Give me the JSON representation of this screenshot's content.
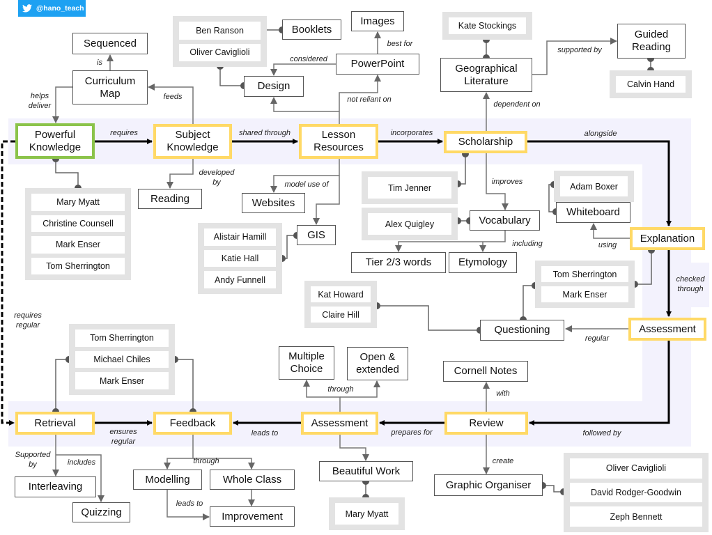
{
  "header": {
    "twitter_handle": "@hano_teach",
    "icon": "twitter-bird-icon"
  },
  "colors": {
    "core_border": "#ffd966",
    "start_border": "#8bc34a",
    "band": "#f3f2fd",
    "people_group": "#e3e3e3",
    "twitter": "#1da1f2"
  },
  "nodes": {
    "sequenced": "Sequenced",
    "curriculum_map": "Curriculum\nMap",
    "powerful_knowledge": "Powerful\nKnowledge",
    "subject_knowledge": "Subject\nKnowledge",
    "lesson_resources": "Lesson\nResources",
    "scholarship": "Scholarship",
    "explanation": "Explanation",
    "assessment_right": "Assessment",
    "review": "Review",
    "assessment_center": "Assessment",
    "feedback": "Feedback",
    "retrieval": "Retrieval",
    "booklets": "Booklets",
    "images": "Images",
    "powerpoint": "PowerPoint",
    "design": "Design",
    "geographical_literature": "Geographical\nLiterature",
    "guided_reading": "Guided\nReading",
    "reading": "Reading",
    "websites": "Websites",
    "gis": "GIS",
    "vocabulary": "Vocabulary",
    "whiteboard": "Whiteboard",
    "tier_words": "Tier 2/3 words",
    "etymology": "Etymology",
    "questioning": "Questioning",
    "multiple_choice": "Multiple\nChoice",
    "open_extended": "Open &\nextended",
    "cornell_notes": "Cornell Notes",
    "interleaving": "Interleaving",
    "quizzing": "Quizzing",
    "modelling": "Modelling",
    "whole_class": "Whole Class",
    "improvement": "Improvement",
    "beautiful_work": "Beautiful Work",
    "graphic_organiser": "Graphic Organiser"
  },
  "groups": {
    "design_people": [
      "Ben Ranson",
      "Oliver Caviglioli"
    ],
    "geo_lit_people": [
      "Kate Stockings"
    ],
    "guided_reading_people": [
      "Calvin Hand"
    ],
    "powerful_knowledge_people": [
      "Mary Myatt",
      "Christine Counsell",
      "Mark Enser",
      "Tom Sherrington"
    ],
    "gis_people": [
      "Alistair Hamill",
      "Katie Hall",
      "Andy Funnell"
    ],
    "scholarship_people": [
      "Tim Jenner"
    ],
    "vocabulary_people": [
      "Alex Quigley"
    ],
    "whiteboard_people": [
      "Adam Boxer"
    ],
    "explanation_people": [
      "Tom Sherrington",
      "Mark Enser"
    ],
    "questioning_people": [
      "Kat Howard",
      "Claire Hill"
    ],
    "retrieval_feedback_people": [
      "Tom Sherrington",
      "Michael Chiles",
      "Mark Enser"
    ],
    "beautiful_work_people": [
      "Mary Myatt"
    ],
    "graphic_organiser_people": [
      "Oliver Caviglioli",
      "David Rodger-Goodwin",
      "Zeph Bennett"
    ]
  },
  "labels": {
    "is": "is",
    "helps_deliver": "helps\ndeliver",
    "feeds": "feeds",
    "requires": "requires",
    "shared_through": "shared through",
    "developed_by": "developed\nby",
    "model_use_of": "model use of",
    "considered": "considered",
    "best_for": "best for",
    "not_reliant_on": "not reliant on",
    "incorporates": "incorporates",
    "alongside": "alongside",
    "dependent_on": "dependent on",
    "supported_by": "supported by",
    "improves": "improves",
    "including": "including",
    "using": "using",
    "checked_through": "checked\nthrough",
    "regular": "regular",
    "requires_regular": "requires\nregular",
    "through_assessment": "through",
    "with": "with",
    "ensures_regular": "ensures\nregular",
    "leads_to_feedback": "leads to",
    "prepares_for": "prepares for",
    "followed_by": "followed by",
    "create": "create",
    "supported_by_retrieval": "Supported\nby",
    "includes": "includes",
    "through_feedback": "through",
    "leads_to_improvement": "leads to"
  }
}
